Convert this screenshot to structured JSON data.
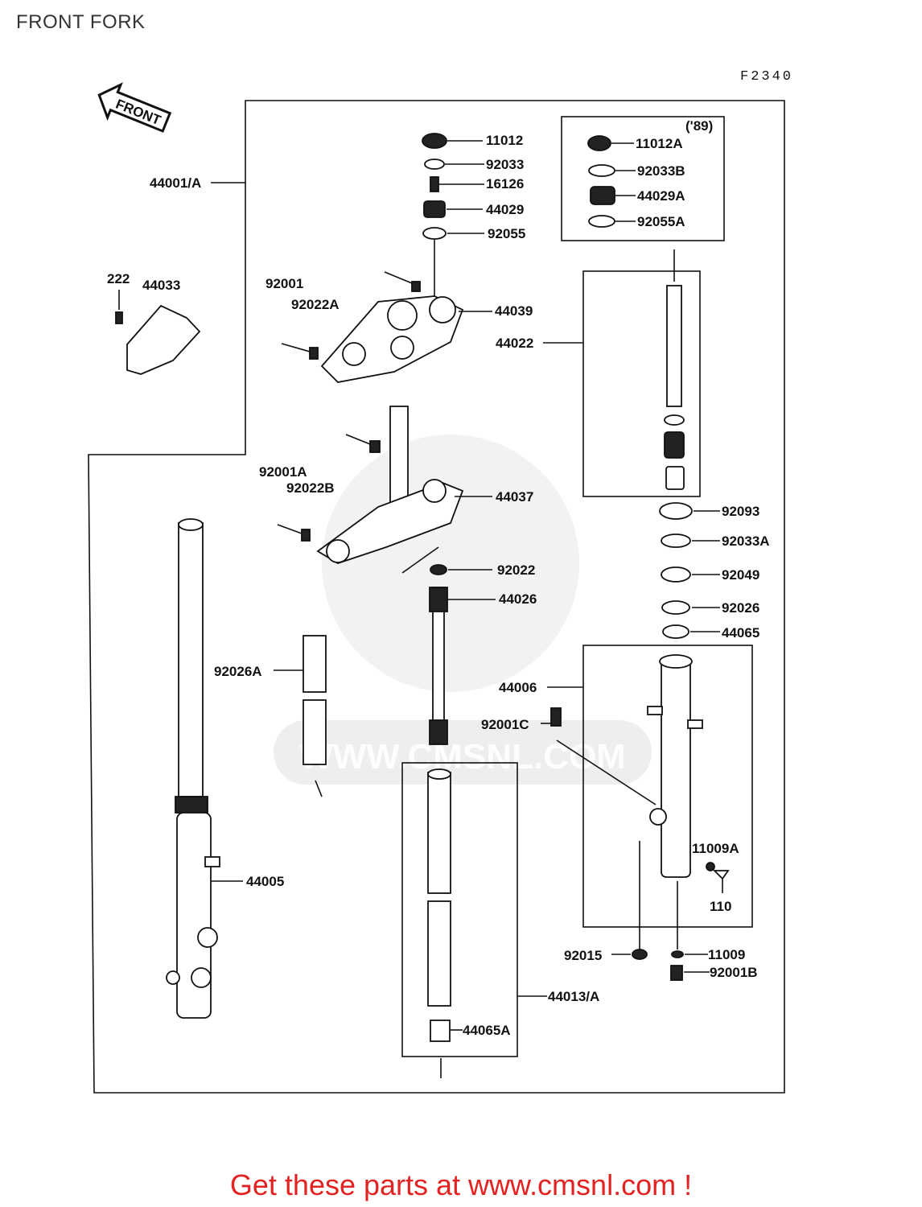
{
  "title": "FRONT FORK",
  "figure_code": "F2340",
  "front_arrow_label": "FRONT",
  "variant_label": "('89)",
  "watermark": "WWW.CMSNL.COM",
  "footer": "Get these parts at www.cmsnl.com !",
  "parts": {
    "p11012": "11012",
    "p92033": "92033",
    "p16126": "16126",
    "p44029": "44029",
    "p92055": "92055",
    "p11012A": "11012A",
    "p92033B": "92033B",
    "p44029A": "44029A",
    "p92055A": "92055A",
    "p44001A": "44001/A",
    "p222": "222",
    "p44033": "44033",
    "p92001": "92001",
    "p92022A": "92022A",
    "p44039": "44039",
    "p44022": "44022",
    "p92001A": "92001A",
    "p92022B": "92022B",
    "p44037": "44037",
    "p92093": "92093",
    "p92033A": "92033A",
    "p92022": "92022",
    "p92049": "92049",
    "p44026": "44026",
    "p92026": "92026",
    "p44065": "44065",
    "p92026A": "92026A",
    "p44006": "44006",
    "p92001C": "92001C",
    "p11009A": "11009A",
    "p110": "110",
    "p44005": "44005",
    "p92015": "92015",
    "p11009": "11009",
    "p92001B": "92001B",
    "p44013A": "44013/A",
    "p44065A": "44065A"
  }
}
